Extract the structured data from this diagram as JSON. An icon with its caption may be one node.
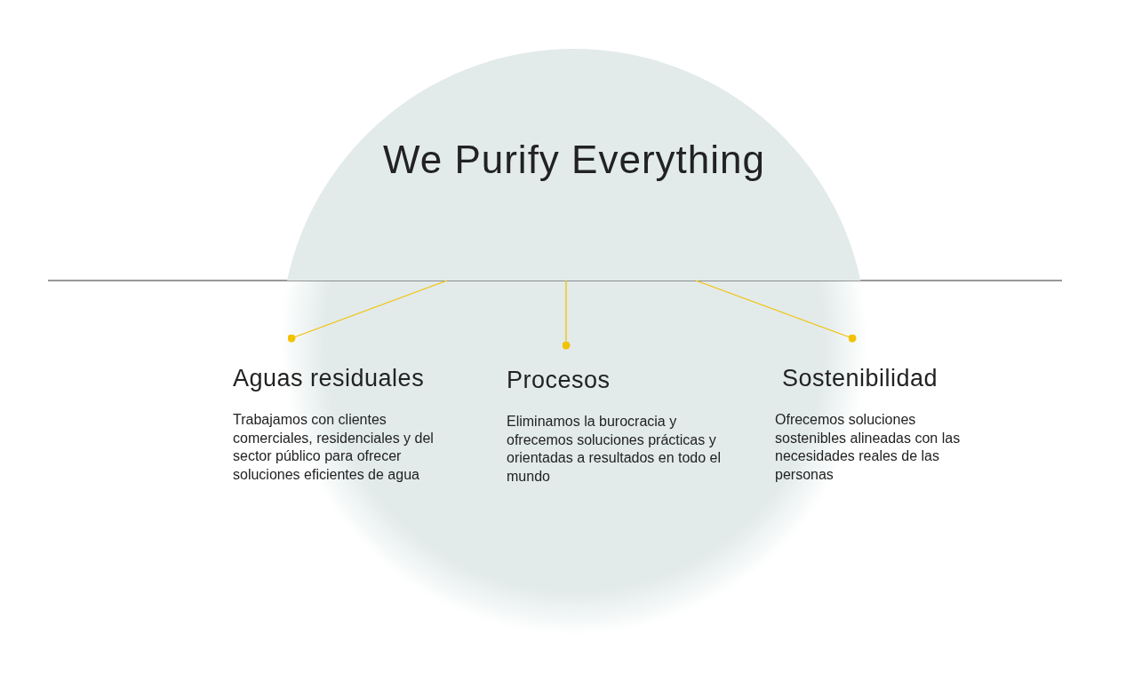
{
  "diagram": {
    "nodes": [
      {
        "text": [
          "We Purify Everything"
        ]
      },
      {
        "text": [
          "Aguas residuales",
          "Trabajamos con clientes comerciales, residenciales y del sector público para ofrecer soluciones eficientes de agua"
        ]
      },
      {
        "text": [
          "Procesos",
          "Eliminamos la burocracia y ofrecemos soluciones prácticas y orientadas a resultados en todo el mundo"
        ]
      },
      {
        "text": [
          "Sostenibilidad",
          "Ofrecemos soluciones sostenibles alineadas con las necesidades reales de las personas"
        ]
      }
    ],
    "edges": [
      {
        "from": 0,
        "to": 1,
        "arrow": "other"
      },
      {
        "from": 0,
        "to": 2,
        "arrow": "other"
      },
      {
        "from": 0,
        "to": 3,
        "arrow": "other"
      }
    ]
  }
}
